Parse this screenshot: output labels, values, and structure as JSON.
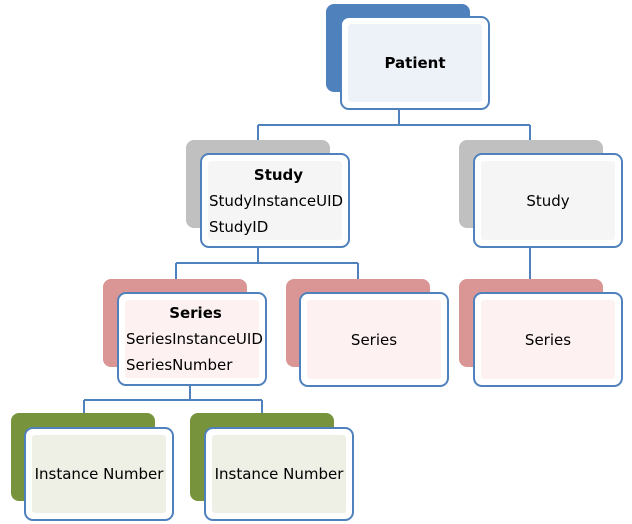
{
  "diagram": {
    "patient": {
      "title": "Patient"
    },
    "study_left": {
      "title": "Study",
      "fields": [
        "StudyInstanceUID",
        "StudyID"
      ]
    },
    "study_right": {
      "label": "Study"
    },
    "series_left": {
      "title": "Series",
      "fields": [
        "SeriesInstanceUID",
        "SeriesNumber"
      ]
    },
    "series_middle": {
      "label": "Series"
    },
    "series_right": {
      "label": "Series"
    },
    "instance_left": {
      "label": "Instance Number"
    },
    "instance_right": {
      "label": "Instance Number"
    }
  },
  "colors": {
    "card_border": "#4f81bd",
    "connector": "#4f81bd",
    "patient_accent": "#4f81bd",
    "patient_fill": "#edf2f9",
    "study_accent": "#c0c0c0",
    "study_fill": "#f5f5f5",
    "series_accent": "#d99694",
    "series_fill": "#fdf1f1",
    "instance_accent": "#77933c",
    "instance_fill": "#eef0e6"
  }
}
